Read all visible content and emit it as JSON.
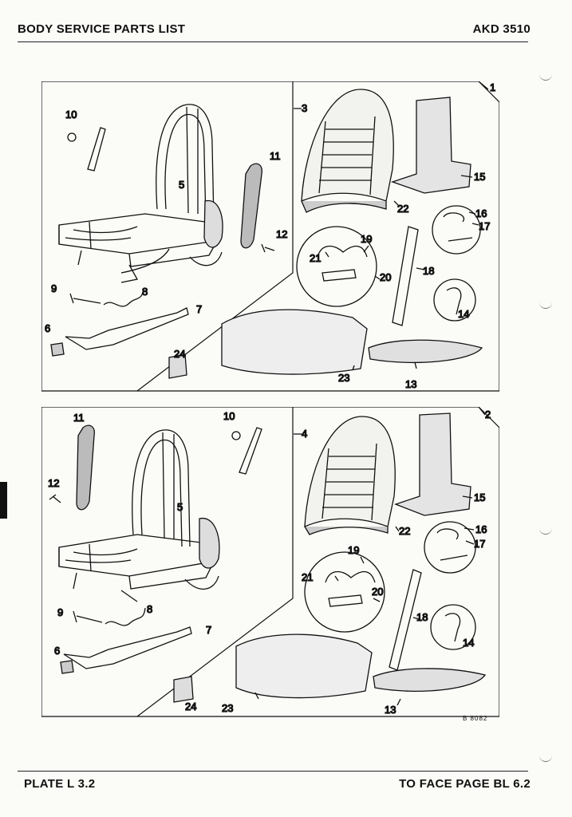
{
  "header": {
    "title": "BODY SERVICE PARTS LIST",
    "code": "AKD 3510"
  },
  "footer": {
    "plate": "PLATE L 3.2",
    "page": "TO FACE PAGE BL 6.2"
  },
  "drawing_ref": "B 8082",
  "plates": [
    {
      "panel_callout": "1",
      "frame_callout": "3",
      "labels": {
        "p5": "5",
        "p6": "6",
        "p7": "7",
        "p8": "8",
        "p9": "9",
        "p10": "10",
        "p11": "11",
        "p12": "12",
        "p13": "13",
        "p14": "14",
        "p15": "15",
        "p16": "16",
        "p17": "17",
        "p18": "18",
        "p19": "19",
        "p20": "20",
        "p21": "21",
        "p22": "22",
        "p23": "23",
        "p24": "24"
      }
    },
    {
      "panel_callout": "2",
      "frame_callout": "4",
      "labels": {
        "p5": "5",
        "p6": "6",
        "p7": "7",
        "p8": "8",
        "p9": "9",
        "p10": "10",
        "p11": "11",
        "p12": "12",
        "p13": "13",
        "p14": "14",
        "p15": "15",
        "p16": "16",
        "p17": "17",
        "p18": "18",
        "p19": "19",
        "p20": "20",
        "p21": "21",
        "p22": "22",
        "p23": "23",
        "p24": "24"
      }
    }
  ]
}
